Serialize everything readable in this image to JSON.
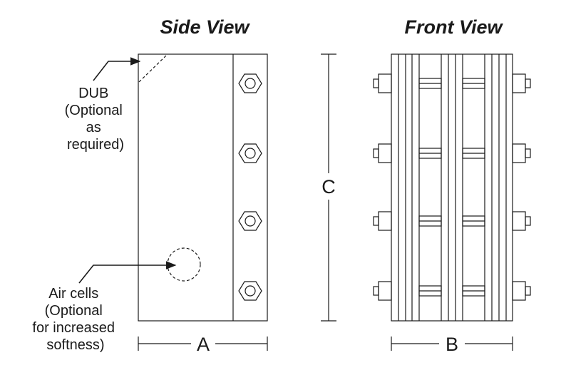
{
  "titles": {
    "side_view": "Side View",
    "front_view": "Front View"
  },
  "callouts": {
    "dub": [
      "DUB",
      "(Optional",
      "as",
      "required)"
    ],
    "air_cells": [
      "Air cells",
      "(Optional",
      "for increased",
      "softness)"
    ]
  },
  "dimensions": {
    "a": "A",
    "b": "B",
    "c": "C"
  }
}
